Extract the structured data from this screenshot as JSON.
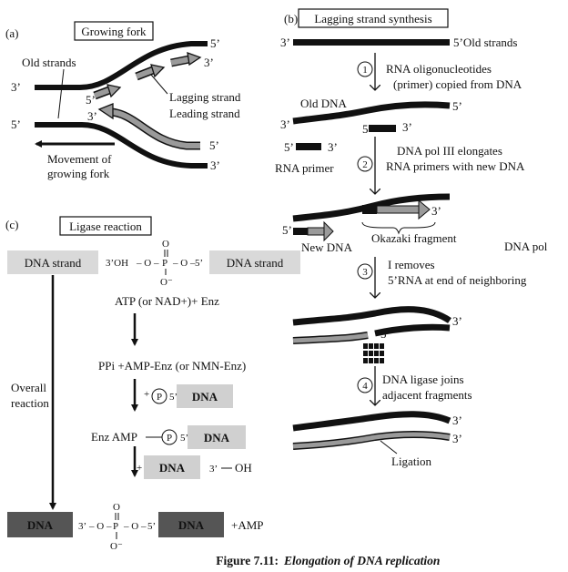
{
  "figure": {
    "caption_prefix": "Figure 7.11:",
    "caption_text": "Elongation of DNA replication"
  },
  "panel_a": {
    "letter": "(a)",
    "title": "Growing fork",
    "old_strands": "Old strands",
    "lagging_strand": "Lagging strand",
    "leading_strand": "Leading strand",
    "movement_line1": "Movement of",
    "movement_line2": "growing fork",
    "p3": "3’",
    "p5": "5’"
  },
  "panel_b": {
    "letter": "(b)",
    "title": "Lagging strand synthesis",
    "old_strands": "5’Old strands",
    "step1_line1": "RNA oligonucleotides",
    "step1_line2": "(primer) copied from DNA",
    "old_dna": "Old DNA",
    "rna_primer": "RNA primer",
    "step2_line1": "DNA pol III elongates",
    "step2_line2": "RNA primers with new DNA",
    "new_dna": "New DNA",
    "okazaki": "Okazaki fragment",
    "step3_line0": "DNA pol",
    "step3_line1": "I removes",
    "step3_line2": "5’RNA at end of neighboring",
    "step4_line1": "DNA ligase joins",
    "step4_line2": "adjacent fragments",
    "ligation": "Ligation",
    "steps": [
      "1",
      "2",
      "3",
      "4"
    ],
    "p3": "3’",
    "p5": "5’"
  },
  "panel_c": {
    "letter": "(c)",
    "title": "Ligase reaction",
    "dna_strand": "DNA strand",
    "oh_group": "3’OH",
    "five_prime": "5’",
    "three_prime": "3’",
    "p_atom": "P",
    "o_atom": "O",
    "o_minus": "O⁻",
    "dash_o": "– O –",
    "atp": "ATP (or NAD+)+ Enz",
    "ppi": "PPi +AMP-Enz (or NMN-Enz)",
    "plus": "+",
    "dna": "DNA",
    "enz_amp": "Enz AMP",
    "oh": "OH",
    "overall_line1": "Overall",
    "overall_line2": "reaction",
    "amp": "+AMP"
  }
}
